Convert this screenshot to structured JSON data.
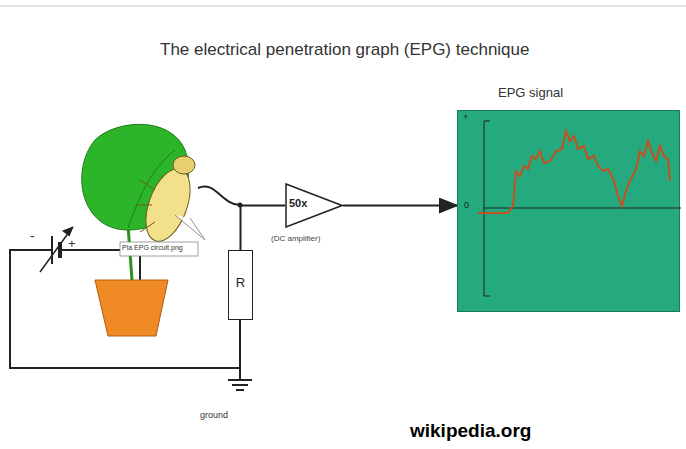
{
  "diagram": {
    "title": "The electrical penetration graph (EPG) technique",
    "nodes": [
      {
        "text": [
          "50x",
          "(DC amplifier)"
        ]
      },
      {
        "text": [
          "R"
        ]
      },
      {
        "text": [
          "EPG signal"
        ]
      }
    ],
    "edges": [
      {
        "from": 1,
        "to": 0,
        "arrow": "none"
      },
      {
        "from": 0,
        "to": 2,
        "arrow": "to"
      }
    ],
    "labels": [
      "-",
      "+",
      "Pla EPG circuit.png",
      "ground",
      "wikipedia.org",
      "+",
      "0"
    ]
  }
}
